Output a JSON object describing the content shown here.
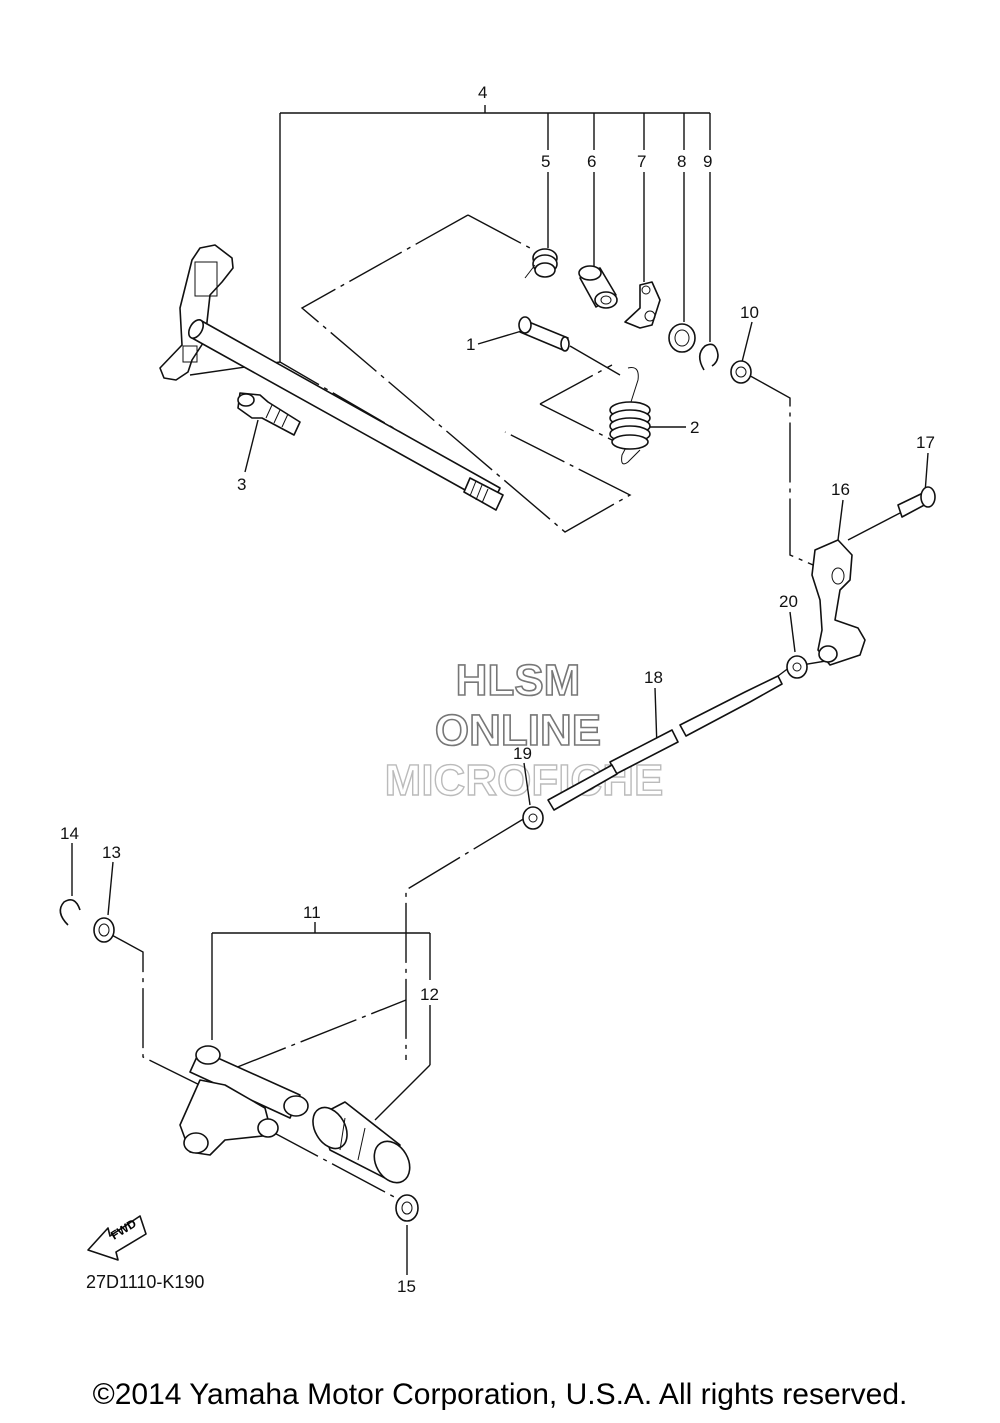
{
  "diagram": {
    "part_numbers": [
      "1",
      "2",
      "3",
      "4",
      "5",
      "6",
      "7",
      "8",
      "9",
      "10",
      "11",
      "12",
      "13",
      "14",
      "15",
      "16",
      "17",
      "18",
      "19",
      "20"
    ],
    "fwd_label": "FWD",
    "drawing_code": "27D1110-K190",
    "watermark": {
      "line1": "HLSM",
      "line2": "ONLINE",
      "line3": "MICROFICHE"
    }
  },
  "footer": {
    "copyright": "©2014 Yamaha Motor Corporation, U.S.A. All rights reserved."
  }
}
